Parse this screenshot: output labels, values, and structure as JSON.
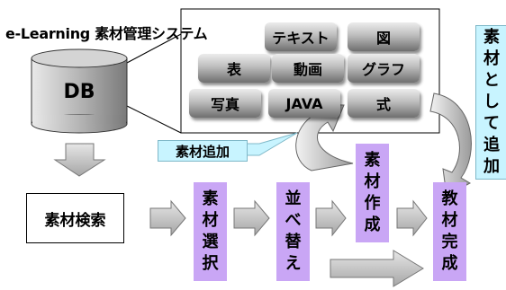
{
  "title": "e-Learning 素材管理システム",
  "db_label": "DB",
  "materials": {
    "row1": [
      "テキスト",
      "図"
    ],
    "row2": [
      "表",
      "動画",
      "グラフ"
    ],
    "row3": [
      "写真",
      "JAVA",
      "式"
    ]
  },
  "callout_add": "素材追加",
  "callout_use": [
    "素",
    "材",
    "と",
    "し",
    "て",
    "追",
    "加"
  ],
  "search_label": "素材検索",
  "steps": {
    "select": [
      "素",
      "材",
      "選",
      "択"
    ],
    "reorder": [
      "並",
      "べ",
      "替",
      "え"
    ],
    "create": [
      "素",
      "材",
      "作",
      "成"
    ],
    "complete": [
      "教",
      "材",
      "完",
      "成"
    ]
  },
  "colors": {
    "step_fill": "#c9a6f5",
    "callout_fill": "#c8f4ff",
    "tile_dark": "#6f6f6f"
  }
}
